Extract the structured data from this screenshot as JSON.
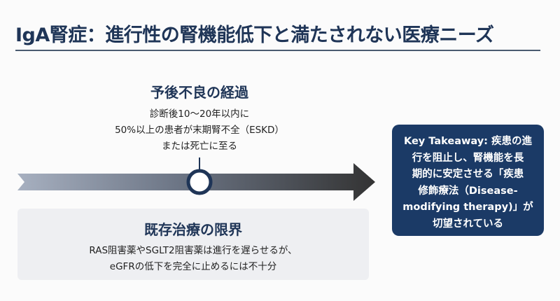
{
  "slide": {
    "title": "IgA腎症：進行性の腎機能低下と満たされない医療ニーズ",
    "prognosis": {
      "heading": "予後不良の経過",
      "lines": [
        "診断後10〜20年以内に",
        "50%以上の患者が末期腎不全（ESKD）",
        "または死亡に至る"
      ]
    },
    "limitations": {
      "heading": "既存治療の限界",
      "lines": [
        "RAS阻害薬やSGLT2阻害薬は進行を遅らせるが、",
        "eGFRの低下を完全に止めるには不十分"
      ]
    },
    "takeaway": {
      "lines": [
        "Key Takeaway: 疾患の進",
        "行を阻止し、腎機能を長",
        "期的に安定させる「疾患",
        "修飾療法（Disease-",
        "modifying therapy)」が",
        "切望されている"
      ]
    },
    "colors": {
      "navy": "#1f3557",
      "box": "#1b3a66",
      "arrow_start": "#a7b0c0",
      "arrow_end": "#333333"
    }
  }
}
